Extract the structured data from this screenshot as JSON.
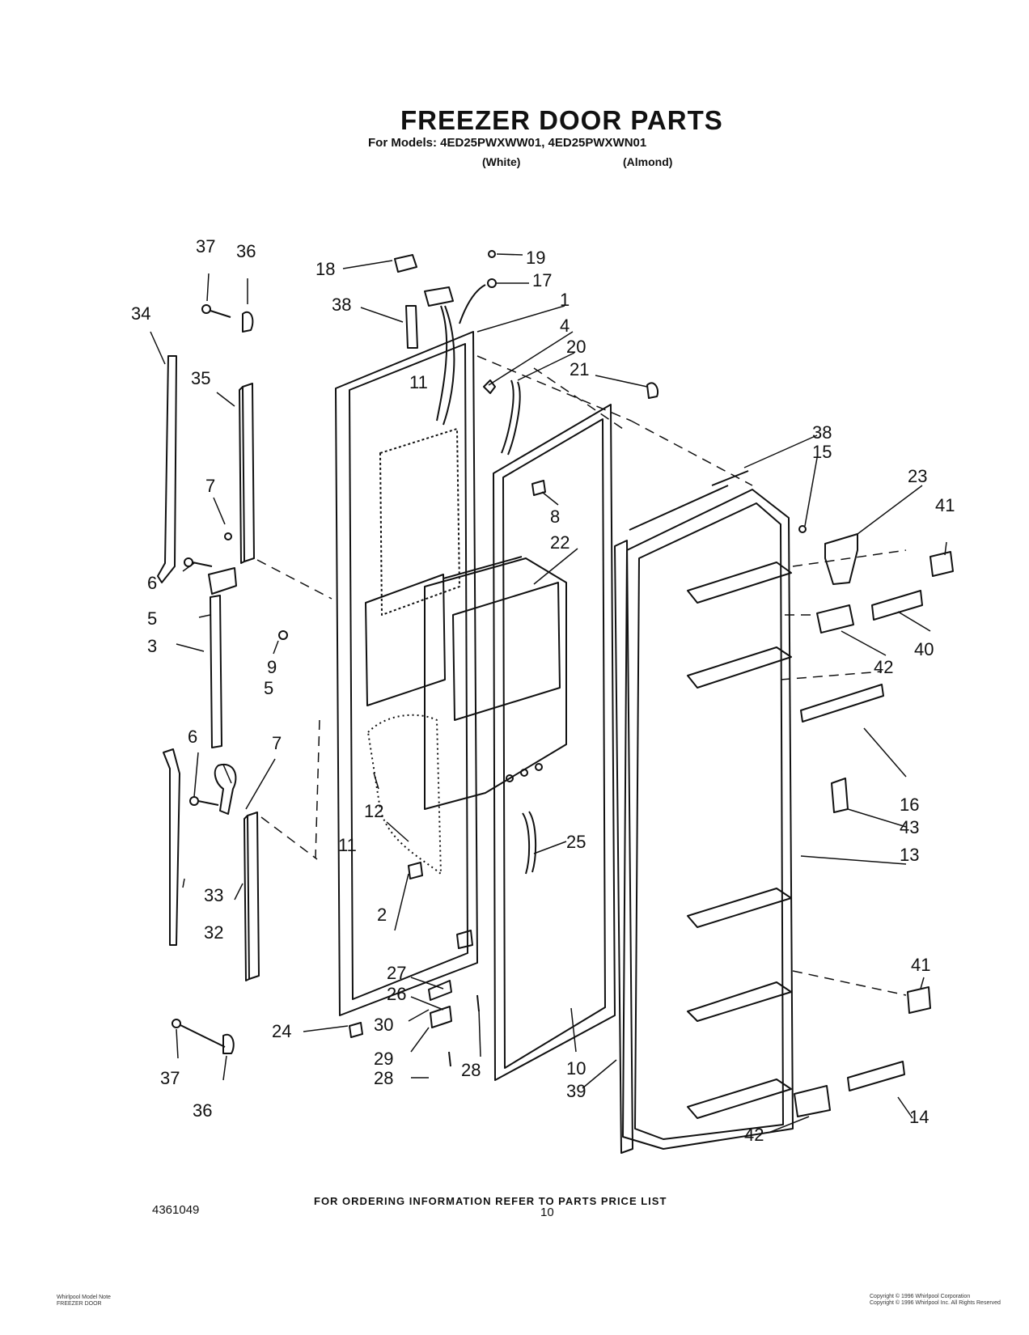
{
  "header": {
    "title": "FREEZER DOOR PARTS",
    "models_line": "For Models: 4ED25PWXWW01, 4ED25PWXWN01",
    "color_white": "(White)",
    "color_almond": "(Almond)"
  },
  "callouts": [
    "37",
    "36",
    "34",
    "35",
    "7",
    "6",
    "5",
    "3",
    "9",
    "5",
    "6",
    "7",
    "33",
    "32",
    "37",
    "36",
    "18",
    "38",
    "19",
    "17",
    "1",
    "4",
    "20",
    "21",
    "11",
    "8",
    "22",
    "11",
    "12",
    "2",
    "24",
    "27",
    "26",
    "30",
    "29",
    "28",
    "28",
    "25",
    "10",
    "39",
    "38",
    "15",
    "23",
    "41",
    "40",
    "42",
    "16",
    "43",
    "13",
    "41",
    "14",
    "42"
  ],
  "footer": {
    "ordering_note": "FOR ORDERING INFORMATION REFER TO PARTS PRICE LIST",
    "doc_number": "4361049",
    "page_number": "10",
    "fine_print_left": [
      "Whirlpool Model Note",
      "FREEZER DOOR"
    ],
    "fine_print_right": [
      "Copyright © 1996 Whirlpool Corporation",
      "Copyright © 1996 Whirlpool Inc. All Rights Reserved"
    ]
  }
}
